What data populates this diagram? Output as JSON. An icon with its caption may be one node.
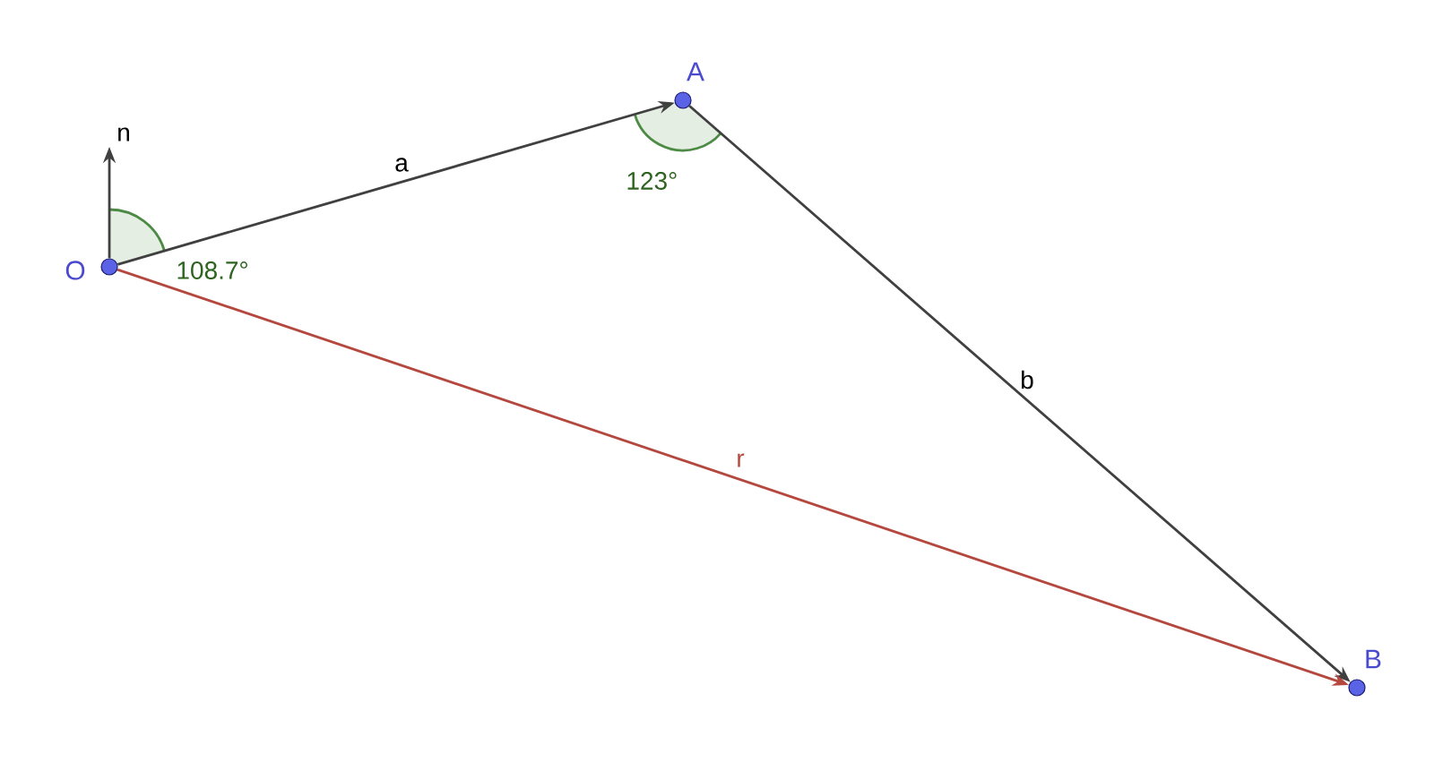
{
  "diagram": {
    "nodes": [
      {
        "text": [],
        "shape": "circle",
        "beside": [
          "O"
        ]
      },
      {
        "text": [],
        "shape": "circle",
        "beside": [
          "A"
        ]
      },
      {
        "text": [],
        "shape": "circle",
        "beside": [
          "B"
        ]
      }
    ],
    "edges": [
      {
        "from": 0,
        "to": 1,
        "arrow": "to",
        "label": "a"
      },
      {
        "from": 1,
        "to": 2,
        "arrow": "to",
        "label": "b"
      },
      {
        "from": 0,
        "to": 2,
        "arrow": "to",
        "label": "r",
        "color": "#b5483e"
      },
      {
        "from": 0,
        "to": null,
        "arrow": "to",
        "label": "n"
      }
    ],
    "labels": [
      "108.7°",
      "123°"
    ]
  }
}
